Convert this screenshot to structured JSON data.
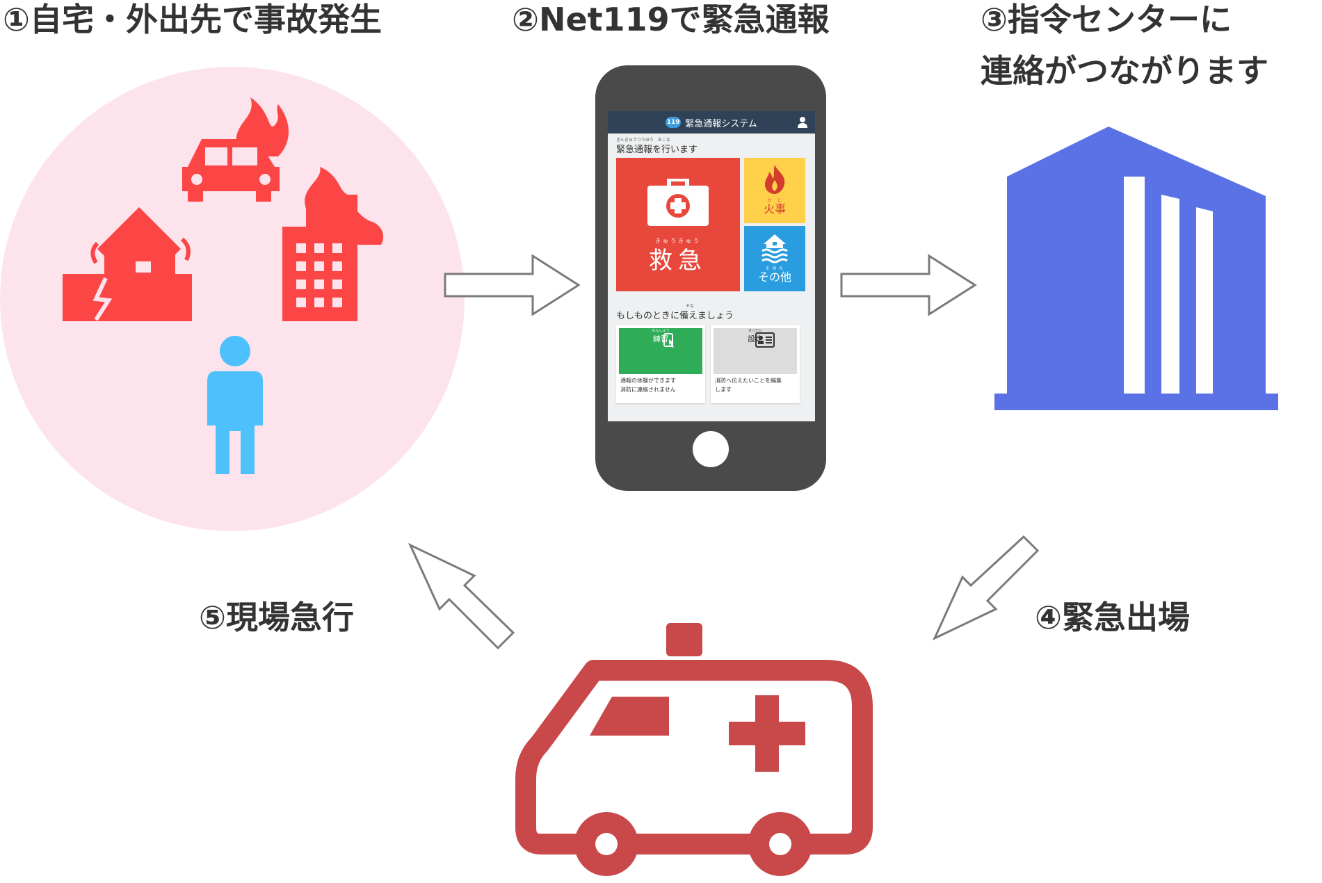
{
  "steps": [
    {
      "id": 1,
      "label": "①自宅・外出先で事故発生"
    },
    {
      "id": 2,
      "label": "②Net119で緊急通報"
    },
    {
      "id": 3,
      "label_line1": "③指令センターに",
      "label_line2": "連絡がつながります"
    },
    {
      "id": 4,
      "label": "④緊急出場"
    },
    {
      "id": 5,
      "label": "⑤現場急行"
    }
  ],
  "phone": {
    "header_badge": "119",
    "header_title": "緊急通報システム",
    "section1_ruby": "きんきゅうつうほう　おこな",
    "section1_title": "緊急通報を行います",
    "tile_kyukyu_ruby": "きゅうきゅう",
    "tile_kyukyu_label": "救急",
    "tile_kaji_ruby": "か　じ",
    "tile_kaji_label": "火事",
    "tile_other_ruby": "そ の た",
    "tile_other_label": "その他",
    "section2_ruby": "そな",
    "section2_title": "もしものときに備えましょう",
    "card_practice_ruby": "れんしゅう",
    "card_practice_label": "練習",
    "card_practice_desc": "通報の体験ができます\n消防に連絡されません",
    "card_settings_ruby": "せってい",
    "card_settings_label": "設定",
    "card_settings_desc": "消防へ伝えたいことを編集\nします"
  },
  "colors": {
    "incident_circle": "#fde3ec",
    "incident_red": "#fc4646",
    "person_blue": "#4ec1fc",
    "building_blue": "#5a72e6",
    "ambulance_red": "#c9484a",
    "phone_body": "#4a4a4a",
    "arrow_stroke": "#7a7a7a"
  },
  "icons": [
    "burning-car-icon",
    "earthquake-house-icon",
    "burning-building-icon",
    "person-icon",
    "smartphone-icon",
    "command-center-building-icon",
    "ambulance-icon",
    "arrow-right-icon",
    "arrow-down-left-icon",
    "arrow-up-left-icon"
  ]
}
